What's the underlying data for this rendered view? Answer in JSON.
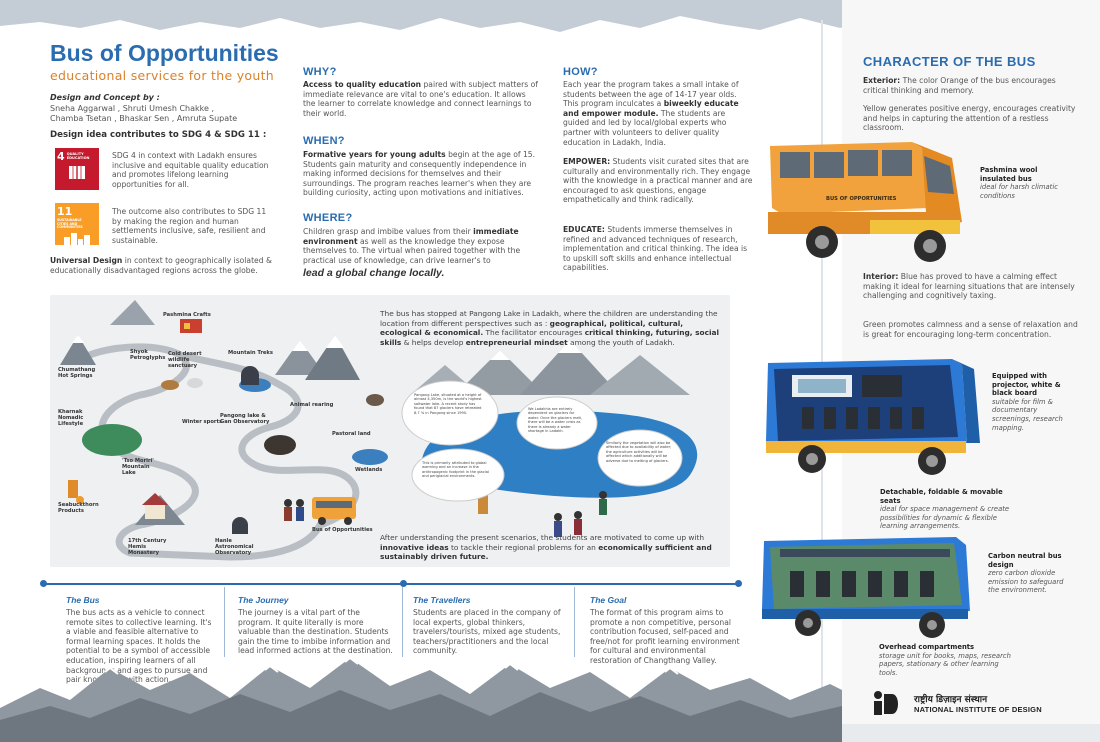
{
  "header": {
    "title": "Bus of Opportunities",
    "subtitle": "educational services for the youth",
    "design_label": "Design and Concept by :",
    "designers_1": "Sneha Aggarwal , Shruti Umesh Chakke ,",
    "designers_2": "Chamba Tsetan , Bhaskar Sen , Amruta Supate",
    "sdg_heading": "Design idea contributes to SDG 4 & SDG 11 :"
  },
  "sdg": {
    "sdg4_num": "4",
    "sdg4_tag": "QUALITY EDUCATION",
    "sdg4_text": "SDG 4 in context with Ladakh ensures inclusive and equitable quality education and promotes lifelong learning opportunities for all.",
    "sdg11_num": "11",
    "sdg11_tag": "SUSTAINABLE CITIES AND COMMUNITIES",
    "sdg11_text": "The outcome also contributes to SDG 11 by making the region and human settlements inclusive, safe, resilient and sustainable.",
    "universal_bold": "Universal Design",
    "universal_text": " in context to geographically isolated & educationally disadvantaged regions across the globe."
  },
  "why": {
    "heading": "WHY?",
    "bold": "Access to quality education",
    "text": " paired with subject matters of immediate relevance are vital to one's education. It allows the learner to correlate knowledge and connect learnings to their world."
  },
  "when": {
    "heading": "WHEN?",
    "bold": "Formative years for young adults",
    "text": " begin at the age of 15. Students gain maturity and consequently independence in making informed decisions for themselves and their surroundings. The program reaches learner's when they are building curiosity, acting upon motivations and initiatives."
  },
  "where": {
    "heading": "WHERE?",
    "text1": "Children grasp and imbibe values from their ",
    "bold": "immediate environment",
    "text2": " as well as the knowledge they expose themselves to. The virtual when paired together with the practical use of knowledge, can drive learner's to",
    "emph": "lead a global change locally."
  },
  "how": {
    "heading": "HOW?",
    "text1": "Each year the program takes a small intake of students between the age of 14-17 year olds. This program inculcates a ",
    "bold": "biweekly educate and empower module.",
    "text2": " The students are guided and led by local/global experts who partner with volunteers to deliver quality education in Ladakh, India.",
    "empower_bold": "EMPOWER:",
    "empower_text": " Students visit curated sites that are culturally and environmentally rich. They engage with the knowledge in a practical manner and are encouraged to ask questions, engage empathetically and think radically.",
    "educate_bold": "EDUCATE:",
    "educate_text": " Students immerse themselves in refined and advanced techniques of research, implementation and critical thinking. The idea is to upskill soft skills and enhance intellectual capabilities."
  },
  "map": {
    "intro1": "The bus has stopped at Pangong Lake in Ladakh, where the children are understanding the location from different perspectives such as : ",
    "intro_bold": "geographical, political, cultural, ecological & economical.",
    "intro2": " The facilitator encourages ",
    "intro_bold2": "critical thinking, futuring, social skills",
    "intro3": " & helps develop ",
    "intro_bold3": "entrepreneurial mindset",
    "intro4": " among the youth of Ladakh.",
    "outro1": "After understanding the present scenarios, the students are motivated to come up with ",
    "outro_bold": "innovative ideas",
    "outro2": " to tackle their regional problems for an ",
    "outro_bold2": "economically sufficient and sustainably driven future.",
    "labels": {
      "pashmina": "Pashmina Crafts",
      "shyok": "Shyok Petroglyphs",
      "chumathang": "Chumathang Hot Springs",
      "cold_desert": "Cold desert wildlife sanctuary",
      "mountain_treks": "Mountain Treks",
      "kharnak": "Kharnak Nomadic Lifestyle",
      "winter_sports": "Winter sports",
      "pangong": "Pangong lake & Gan Observatory",
      "animal_rearing": "Animal rearing",
      "pastoral": "Pastoral land",
      "tso_moriri": "'Tso Moriri' Mountain Lake",
      "wetlands": "Wetlands",
      "seabuckthorn": "Seabuckthorn Products",
      "hemis": "17th Century Hemis Monastery",
      "hanle": "Hanle Astronomical Observatory",
      "bus": "Bus of Opportunities"
    },
    "bubble1": "Pangong Lake, situated at a height of almost 4,350m, is the world's highest saltwater lake. A recent study has found that 87 glaciers have retreated 8.7 % in Pangong since 1990.",
    "bubble2": "We Ladakhis are entirely dependent on glaciers for water. Once the glaciers melt, there will be a water crisis as there is already a water shortage in Ladakh.",
    "bubble3": "This is primarily attributed to global warming and an increase in the anthropogenic footprint in the glacial and periglacial environments.",
    "bubble4": "Similarly the vegetation will also be affected due to availability of water; the agriculture activities will be affected which additionally will be adverse due to melting of glaciers."
  },
  "timeline": [
    {
      "title": "The Bus",
      "text": "The bus acts as a vehicle to connect remote sites to collective learning. It's a viable and feasible alternative to formal learning spaces. It holds the potential to be a symbol of accessible education, inspiring learners of all backgrounds and ages to pursue and pair knowledge with action."
    },
    {
      "title": "The Journey",
      "text": "The journey is a vital part of the program. It quite literally is more valuable than the destination. Students gain the time to imbibe information and lead informed actions at the destination."
    },
    {
      "title": "The Travellers",
      "text": "Students are placed in the company of local experts, global thinkers, travelers/tourists, mixed age students, teachers/practitioners and the local community."
    },
    {
      "title": "The Goal",
      "text": "The format of this program aims to promote a non competitive, personal contribution focused, self-paced and free/not for profit learning environment for cultural and environmental restoration of Changthang Valley."
    }
  ],
  "character": {
    "heading": "CHARACTER OF THE BUS",
    "exterior_bold": "Exterior:",
    "exterior_text": " The color Orange of the bus encourages critical thinking and memory.",
    "yellow_text": "Yellow generates positive energy, encourages creativity and helps in capturing the attention of a restless classroom.",
    "bus_sign": "BUS OF OPPORTUNITIES",
    "pashmina_bold": "Pashmina wool insulated bus",
    "pashmina_italic": "ideal for harsh climatic conditions",
    "interior_bold": "Interior:",
    "interior_text": " Blue has proved to have a calming effect making it ideal for learning situations that are intensely challenging and cognitively taxing.",
    "green_text": "Green promotes calmness and a sense of relaxation and is great for encouraging long-term concentration.",
    "projector_bold": "Equipped with projector, white & black board",
    "projector_italic": "suitable for film & documentary screenings, research mapping.",
    "seats_bold": "Detachable, foldable & movable seats",
    "seats_italic": "ideal for space management & create possibilities for dynamic & flexible learning arrangements.",
    "carbon_bold": "Carbon neutral bus design",
    "carbon_italic": "zero carbon dioxide emission to safeguard the environment.",
    "overhead_bold": "Overhead compartments",
    "overhead_italic": "storage unit for books, maps, research papers, stationary & other learning tools."
  },
  "footer": {
    "logo_hindi": "राष्ट्रीय डिज़ाइन संस्थान",
    "logo_english": "NATIONAL INSTITUTE OF DESIGN"
  },
  "colors": {
    "blue": "#2b6cb0",
    "orange": "#d9822b",
    "sdg4_red": "#c5192d",
    "sdg11_orange": "#f99d26"
  }
}
